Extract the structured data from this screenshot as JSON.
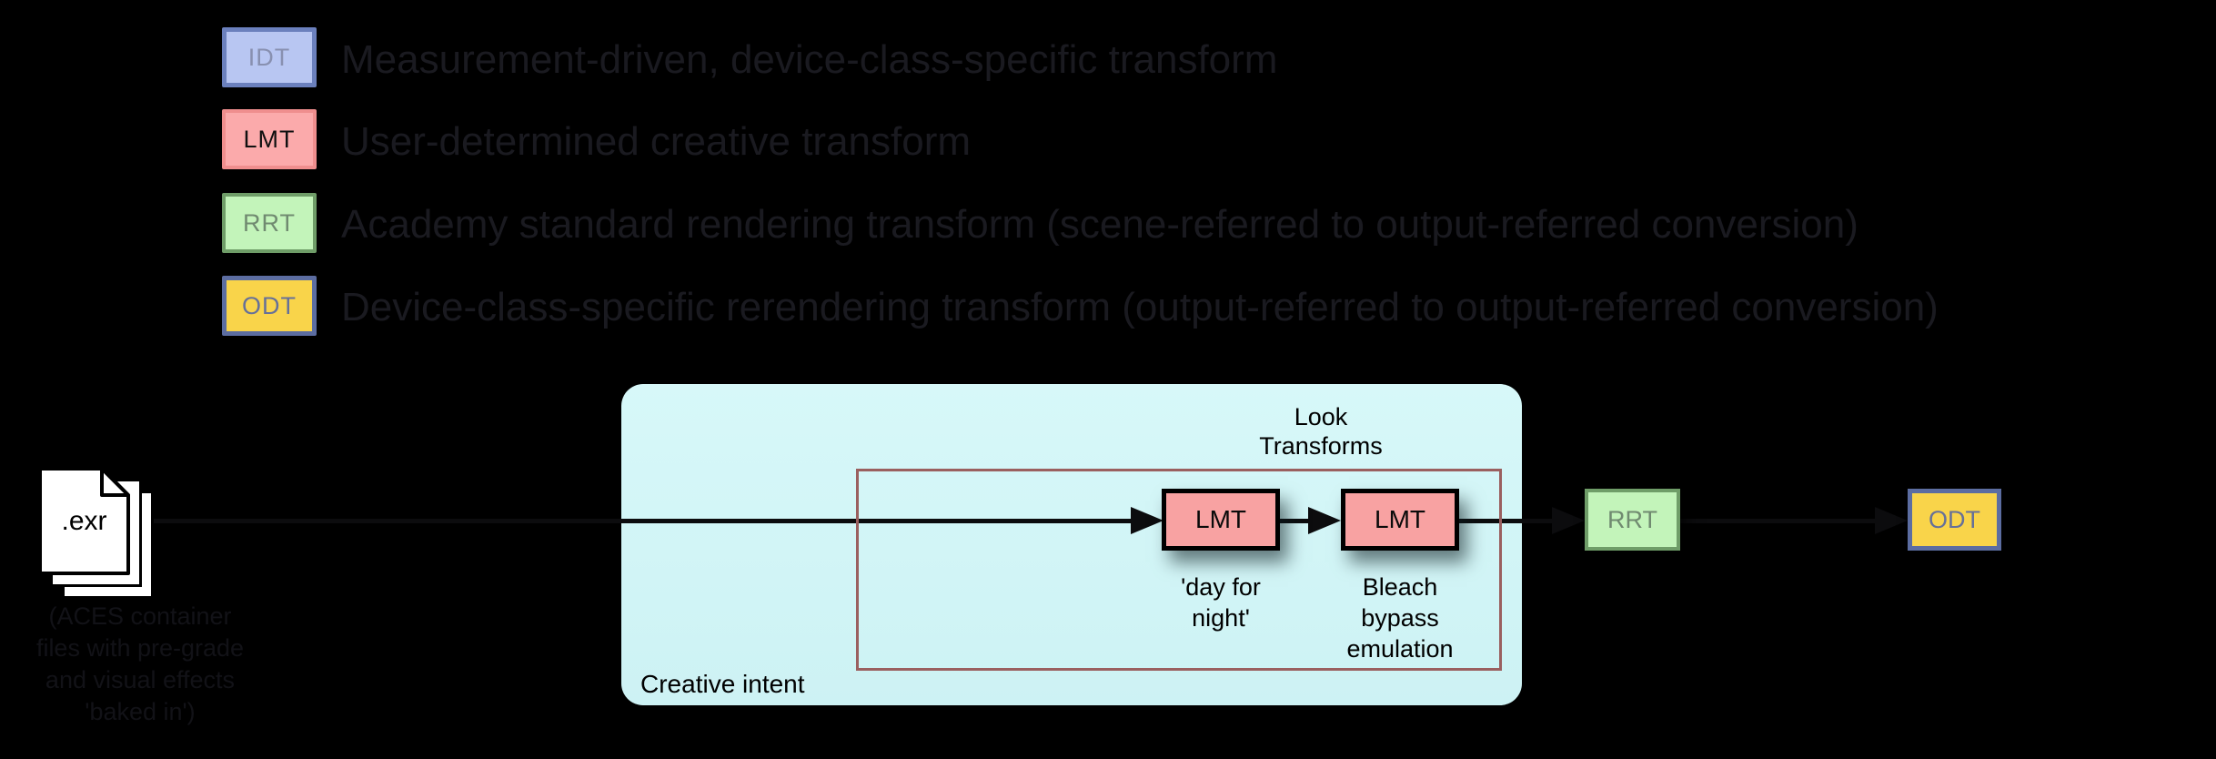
{
  "title": "ACES transform pipeline diagram",
  "colors": {
    "background": "#000000",
    "line": "#0c0c0e",
    "legend_text": "#1a1a20",
    "idt_fill": "#b8c6f2",
    "idt_border": "#6b80bd",
    "lmt_fill": "#f8a2a2",
    "lmt_legend_border": "#ef8e8e",
    "lmt_node_border": "#000000",
    "rrt_fill": "#c3f4ba",
    "rrt_border": "#6f9d68",
    "odt_fill": "#f9d44a",
    "odt_border": "#5c6da1",
    "creative_box_fill": "#d2f6f7",
    "look_box_border": "#9a5f5f"
  },
  "legend": {
    "items": [
      {
        "label": "IDT",
        "description": "Measurement-driven, device-class-specific transform"
      },
      {
        "label": "LMT",
        "description": "User-determined creative transform"
      },
      {
        "label": "RRT",
        "description": "Academy standard rendering transform (scene-referred to output-referred conversion)"
      },
      {
        "label": "ODT",
        "description": "Device-class-specific rerendering transform (output-referred to output-referred conversion)"
      }
    ]
  },
  "diagram": {
    "source_file": {
      "name": ".exr",
      "caption_lines": [
        "(ACES container",
        "files with pre-grade",
        "and visual effects",
        "'baked in')"
      ]
    },
    "creative_intent": {
      "label": "Creative intent",
      "look_transforms_title_lines": [
        "Look",
        "Transforms"
      ]
    },
    "nodes": [
      {
        "label": "LMT",
        "caption_lines": [
          "'day for",
          "night'"
        ]
      },
      {
        "label": "LMT",
        "caption_lines": [
          "Bleach",
          "bypass",
          "emulation"
        ]
      },
      {
        "label": "RRT"
      },
      {
        "label": "ODT"
      }
    ]
  }
}
